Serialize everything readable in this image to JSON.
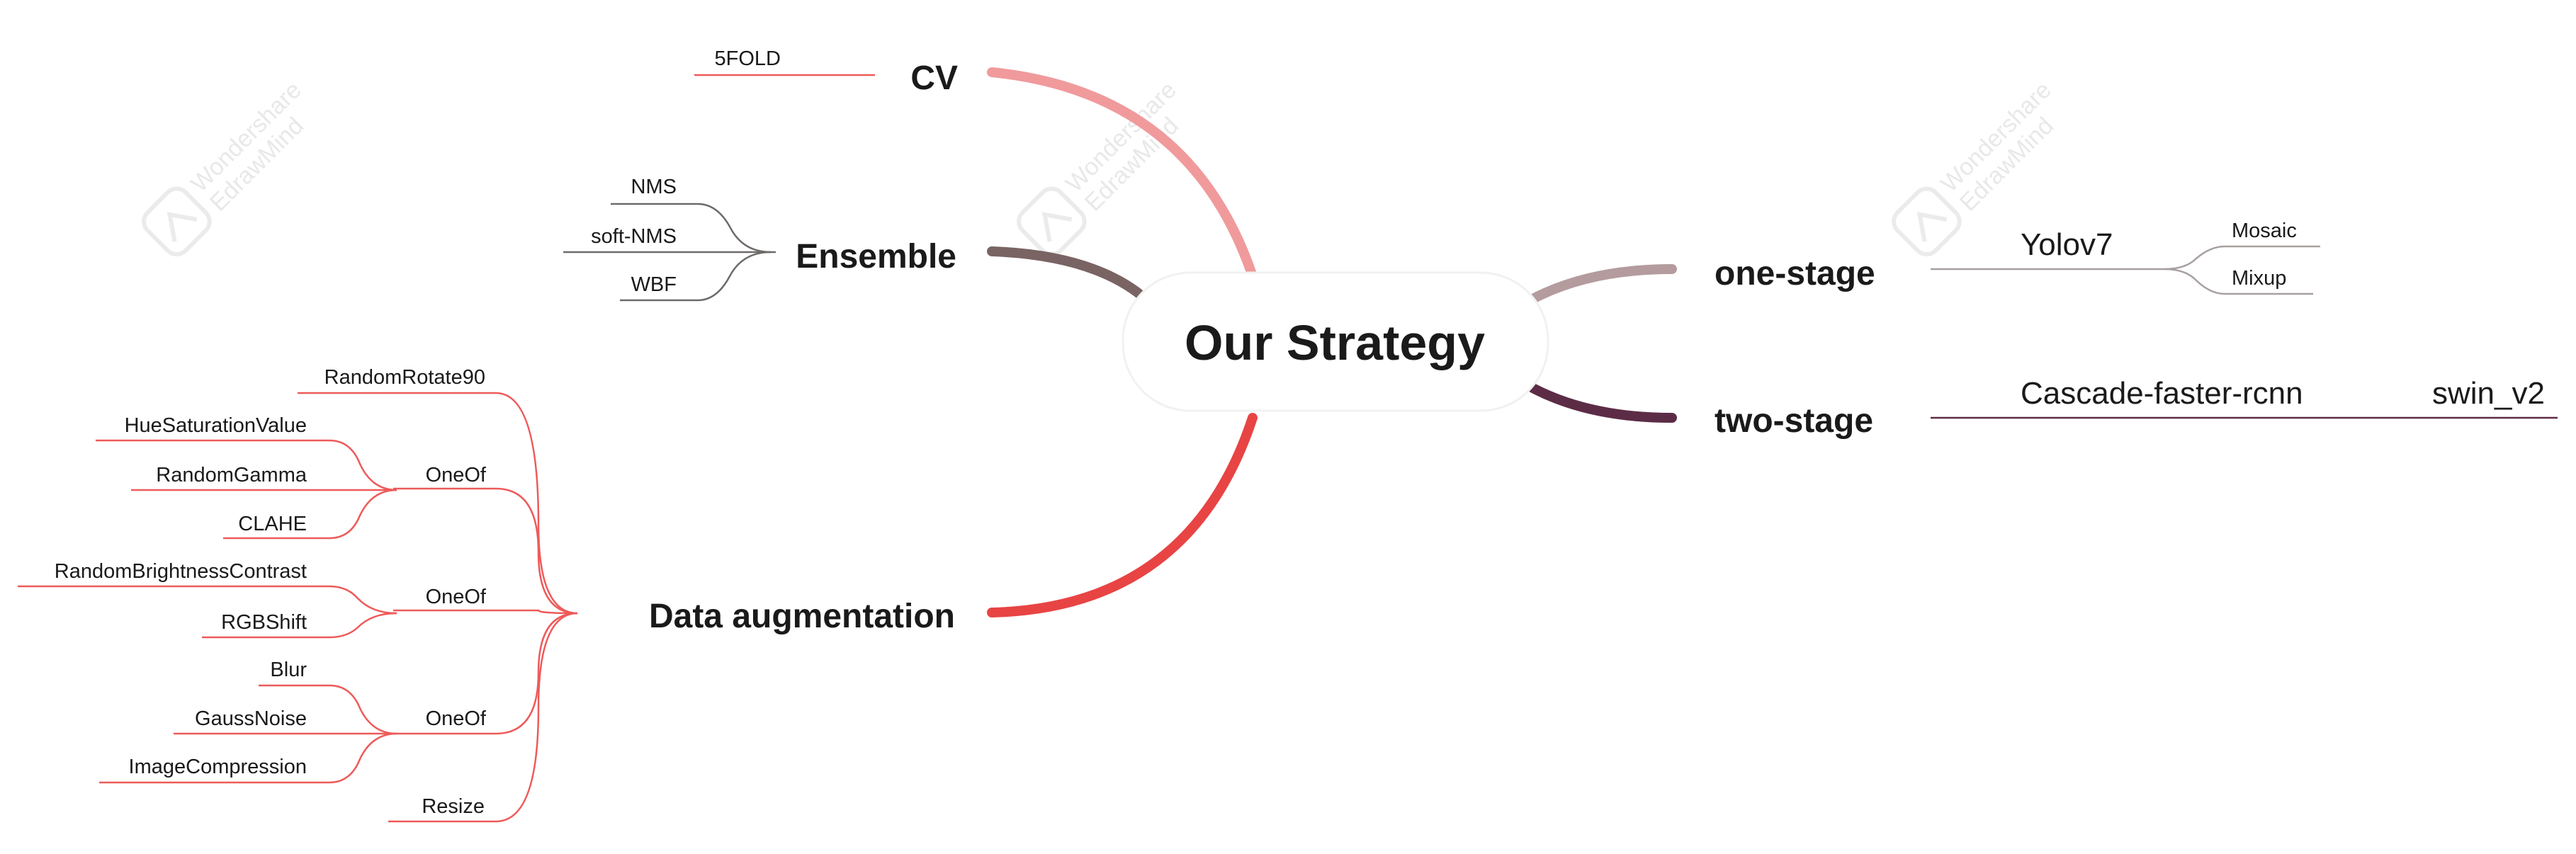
{
  "central": {
    "label": "Our Strategy"
  },
  "watermark": {
    "line1": "Wondershare",
    "line2": "EdrawMind",
    "icon": "edrawmind-logo-icon"
  },
  "colors": {
    "cv": "#f09a9c",
    "ensemble": "#7a6363",
    "data_augmentation": "#e84444",
    "one_stage": "#b49b9d",
    "two_stage": "#5c2c46",
    "leaf_red": "#ee5a5a",
    "leaf_gray": "#6f6a6a"
  },
  "branches": {
    "cv": {
      "label": "CV",
      "children": [
        "5FOLD"
      ]
    },
    "ensemble": {
      "label": "Ensemble",
      "children": [
        "NMS",
        "soft-NMS",
        "WBF"
      ]
    },
    "data_augmentation": {
      "label": "Data augmentation",
      "children": {
        "rotate": "RandomRotate90",
        "oneof_1": {
          "label": "OneOf",
          "items": [
            "HueSaturationValue",
            "RandomGamma",
            "CLAHE"
          ]
        },
        "oneof_2": {
          "label": "OneOf",
          "items": [
            "RandomBrightnessContrast",
            "RGBShift"
          ]
        },
        "oneof_3": {
          "label": "OneOf",
          "items": [
            "Blur",
            "GaussNoise",
            "ImageCompression"
          ]
        },
        "resize": "Resize"
      }
    },
    "one_stage": {
      "label": "one-stage",
      "model": "Yolov7",
      "children": [
        "Mosaic",
        "Mixup"
      ]
    },
    "two_stage": {
      "label": "two-stage",
      "model": "Cascade-faster-rcnn",
      "backbone": "swin_v2"
    }
  }
}
